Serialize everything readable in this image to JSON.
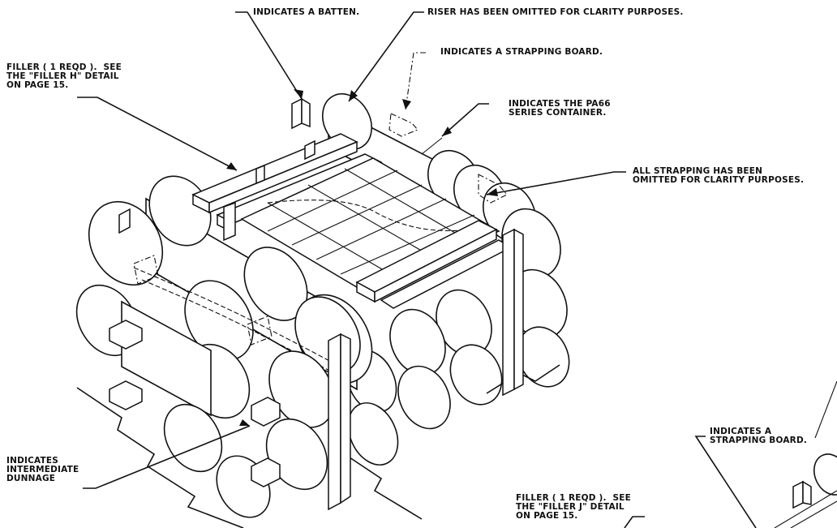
{
  "callouts": {
    "batten": "INDICATES A BATTEN.",
    "riser_omitted": "RISER HAS BEEN OMITTED FOR CLARITY PURPOSES.",
    "strapping_board_top": "INDICATES A STRAPPING BOARD.",
    "filler_h": "FILLER ( 1 REQD ).  SEE\nTHE \"FILLER H\" DETAIL\nON PAGE 15.",
    "container": "INDICATES THE PA66\nSERIES CONTAINER.",
    "strapping_omitted": "ALL STRAPPING HAS BEEN\nOMITTED FOR CLARITY PURPOSES.",
    "intermediate_dunnage": "INDICATES\nINTERMEDIATE\nDUNNAGE",
    "strapping_board_right": "INDICATES A\nSTRAPPING BOARD.",
    "filler_j": "FILLER ( 1 REQD ).  SEE\nTHE \"FILLER J\" DETAIL\nON PAGE 15."
  }
}
